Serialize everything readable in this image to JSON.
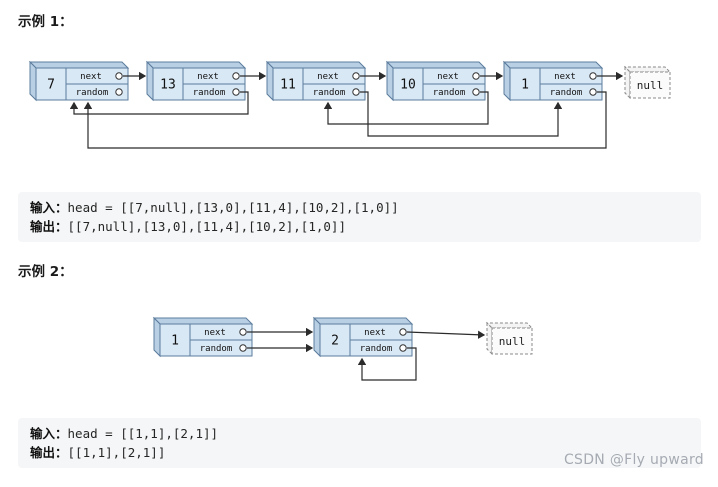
{
  "labels": {
    "next": "next",
    "random": "random",
    "null": "null"
  },
  "example1": {
    "heading": "示例 1：",
    "nodes": [
      "7",
      "13",
      "11",
      "10",
      "1"
    ],
    "io": {
      "input_label": "输入：",
      "input_code": "head = [[7,null],[13,0],[11,4],[10,2],[1,0]]",
      "output_label": "输出：",
      "output_code": "[[7,null],[13,0],[11,4],[10,2],[1,0]]"
    }
  },
  "example2": {
    "heading": "示例 2：",
    "nodes": [
      "1",
      "2"
    ],
    "io": {
      "input_label": "输入：",
      "input_code": "head = [[1,1],[2,1]]",
      "output_label": "输出：",
      "output_code": "[[1,1],[2,1]]"
    }
  },
  "watermark": "CSDN @Fly upward",
  "colors": {
    "node_front": "#d9e8f5",
    "node_side": "#b9cfe4",
    "node_border": "#5b7c9d",
    "code_bg": "#f5f6f7",
    "watermark_text": "#a6abb3"
  }
}
